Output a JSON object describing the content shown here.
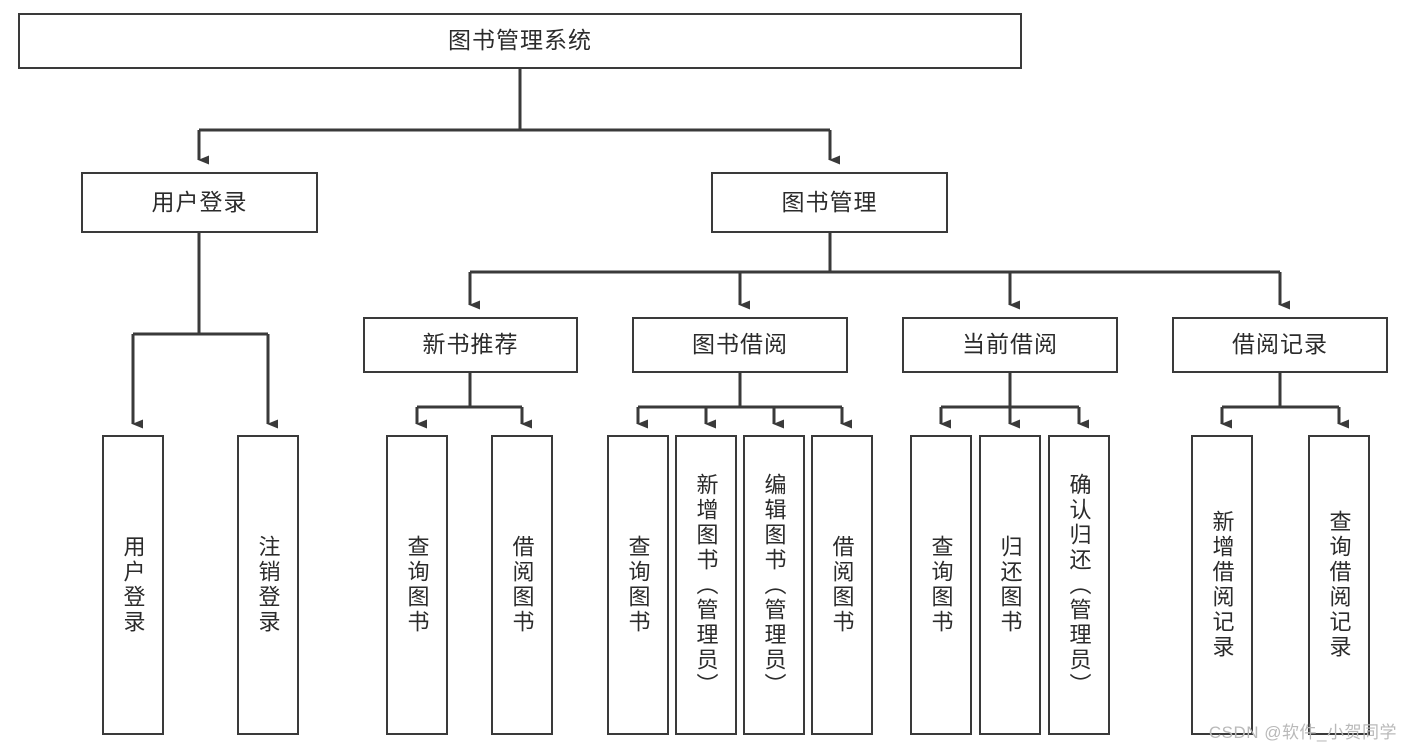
{
  "diagram": {
    "type": "tree",
    "title": "图书管理系统",
    "colors": {
      "box_border": "#3a3a3a",
      "box_fill": "#ffffff",
      "connector": "#3a3a3a",
      "text": "#2b2b2b",
      "watermark": "#b9b9b9",
      "background": "#ffffff"
    },
    "root": {
      "label": "图书管理系统"
    },
    "level2": [
      {
        "label": "用户登录"
      },
      {
        "label": "图书管理"
      }
    ],
    "level3": [
      {
        "label": "新书推荐"
      },
      {
        "label": "图书借阅"
      },
      {
        "label": "当前借阅"
      },
      {
        "label": "借阅记录"
      }
    ],
    "leaves": {
      "user_login": [
        {
          "label": "用户登录"
        },
        {
          "label": "注销登录"
        }
      ],
      "new_book_recommend": [
        {
          "label": "查询图书"
        },
        {
          "label": "借阅图书"
        }
      ],
      "book_borrow": [
        {
          "label": "查询图书"
        },
        {
          "label": "新增图书（管理员）"
        },
        {
          "label": "编辑图书（管理员）"
        },
        {
          "label": "借阅图书"
        }
      ],
      "current_borrow": [
        {
          "label": "查询图书"
        },
        {
          "label": "归还图书"
        },
        {
          "label": "确认归还（管理员）"
        }
      ],
      "borrow_record": [
        {
          "label": "新增借阅记录"
        },
        {
          "label": "查询借阅记录"
        }
      ]
    }
  },
  "watermark": {
    "text": "CSDN @软件_小贺同学"
  }
}
